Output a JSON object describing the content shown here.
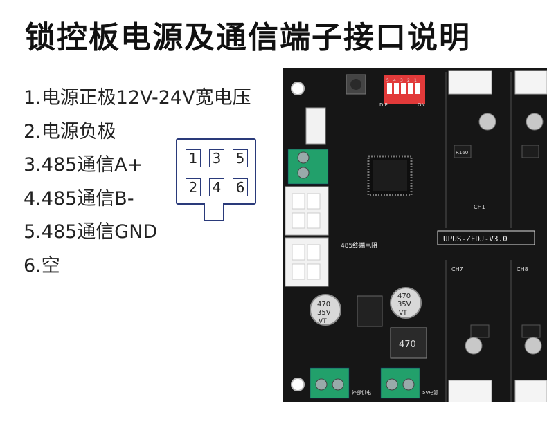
{
  "title": "锁控板电源及通信端子接口说明",
  "pin_descriptions": [
    "1.电源正极12V-24V宽电压",
    "2.电源负极",
    "3.485通信A+",
    "4.485通信B-",
    "5.485通信GND",
    "6.空"
  ],
  "connector": {
    "top_row": [
      "1",
      "3",
      "5"
    ],
    "bottom_row": [
      "2",
      "4",
      "6"
    ]
  },
  "board": {
    "model_label": "UPUS-ZFDJ-V3.0",
    "dip_label": "DIP",
    "dip_on_label": "ON",
    "dip_numbers": [
      "5",
      "4",
      "3",
      "2",
      "1"
    ],
    "channel_labels": [
      "CH1",
      "CH7",
      "CH8"
    ],
    "resistor_label": "R160",
    "cap_values": [
      "470",
      "35V",
      "VT"
    ],
    "inductor_label": "470",
    "terminal_label": "485终端电阻",
    "ext_power_label": "外部供电",
    "power_5v_label": "5V电源"
  }
}
